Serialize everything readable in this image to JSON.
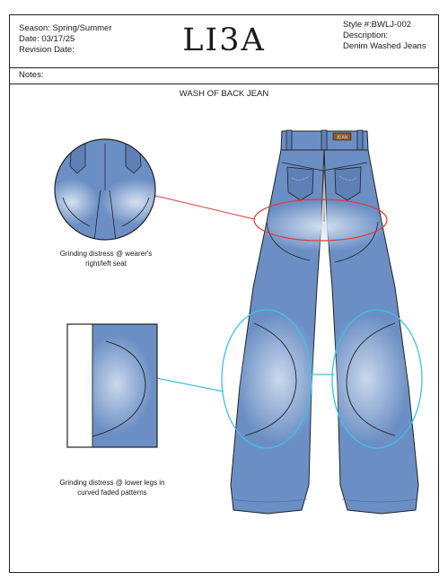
{
  "header": {
    "season": "Season: Spring/Summer",
    "date": "Date: 03/17/25",
    "revision": "Revision Date:",
    "brand": "LI3A",
    "style": "Style #:BWLJ-002",
    "description_label": "Description:",
    "description": "Denim Washed Jeans"
  },
  "notes": {
    "label": "Notes:"
  },
  "sheet": {
    "title": "WASH OF BACK JEAN"
  },
  "callouts": {
    "seat_line1": "Grinding distress @ wearer's",
    "seat_line2": "right/left seat",
    "legs_line1": "Grinding distress @ lower legs in",
    "legs_line2": "curved faded patterns",
    "patch_text": "JEAN"
  },
  "colors": {
    "denim": "#6b8fc4",
    "denim_dark": "#4f70a6",
    "denim_light": "#b9c9e3",
    "seat_callout": "#e03a3a",
    "leg_callout": "#3cc3e6",
    "patch": "#8a5a2a"
  }
}
